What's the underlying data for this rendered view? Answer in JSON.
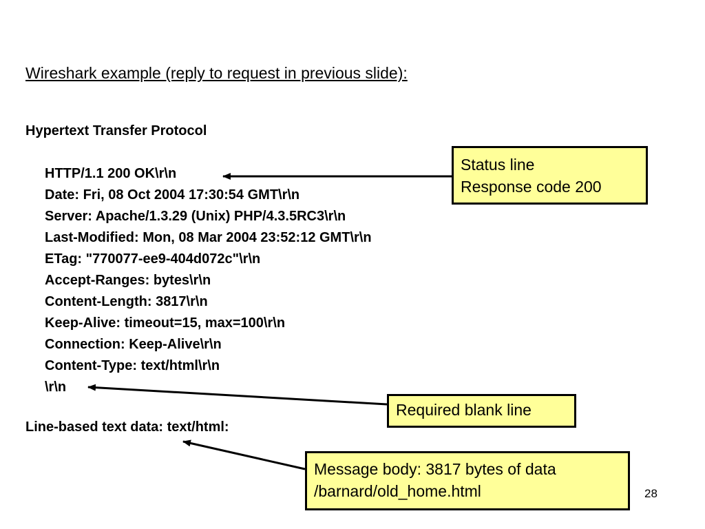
{
  "slide": {
    "title": "Wireshark example (reply to request in previous slide):",
    "protocol_heading": "Hypertext Transfer Protocol",
    "header_lines": [
      "HTTP/1.1 200 OK\\r\\n",
      "Date: Fri, 08 Oct 2004 17:30:54 GMT\\r\\n",
      "Server: Apache/1.3.29 (Unix) PHP/4.3.5RC3\\r\\n",
      "Last-Modified: Mon, 08 Mar 2004 23:52:12 GMT\\r\\n",
      "ETag: \"770077-ee9-404d072c\"\\r\\n",
      "Accept-Ranges: bytes\\r\\n",
      "Content-Length: 3817\\r\\n",
      "Keep-Alive: timeout=15, max=100\\r\\n",
      "Connection: Keep-Alive\\r\\n",
      "Content-Type: text/html\\r\\n",
      "\\r\\n"
    ],
    "body_heading": "Line-based text data: text/html:",
    "page_number": "28"
  },
  "callouts": {
    "status": {
      "line1": "Status line",
      "line2": "Response code 200"
    },
    "blank_line": {
      "line1": "Required blank line"
    },
    "message_body": {
      "line1": "Message body: 3817 bytes of data",
      "line2": "/barnard/old_home.html"
    }
  },
  "colors": {
    "callout_fill": "#ffff99",
    "callout_border": "#000000",
    "text": "#000000",
    "background": "#ffffff"
  }
}
